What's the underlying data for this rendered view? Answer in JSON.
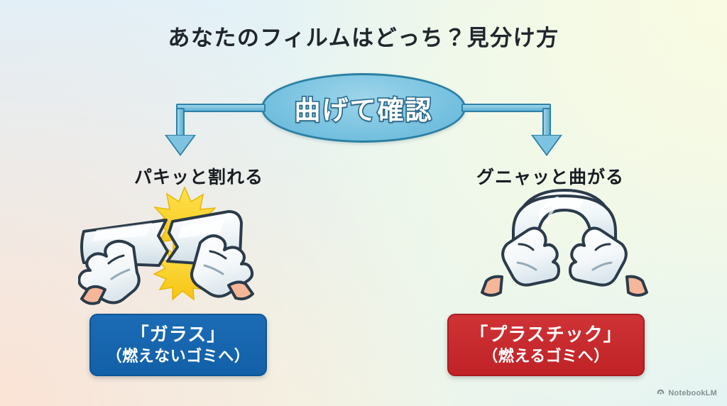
{
  "title": "あなたのフィルムはどっち？見分け方",
  "hub": {
    "label": "曲げて確認",
    "fill_color": "#78c2e0",
    "border_color": "#2b7fa3",
    "text_color": "#ffffff"
  },
  "connectors": {
    "left": {
      "name": "arrow-to-glass",
      "direction": "down",
      "color": "#7ec3e0"
    },
    "right": {
      "name": "arrow-to-plastic",
      "direction": "down",
      "color": "#7ec3e0"
    }
  },
  "branches": [
    {
      "id": "glass",
      "label": "パキッと割れる",
      "illustration": "hands-snapping-glass-film-with-crack-burst",
      "result_main": "「ガラス」",
      "result_sub": "（燃えないゴミへ）",
      "result_color": "#1160a8"
    },
    {
      "id": "plastic",
      "label": "グニャッと曲がる",
      "illustration": "hands-bending-plastic-film-into-arch",
      "result_main": "「プラスチック」",
      "result_sub": "（燃えるゴミへ）",
      "result_color": "#c02226"
    }
  ],
  "watermark": {
    "text": "NotebookLM",
    "icon": "notebooklm-logo-icon"
  },
  "background": {
    "top_left": "#e3f0f8",
    "top_right": "#fbfce8",
    "bottom_left": "#fce2d4",
    "bottom_right": "#dff3f6"
  }
}
